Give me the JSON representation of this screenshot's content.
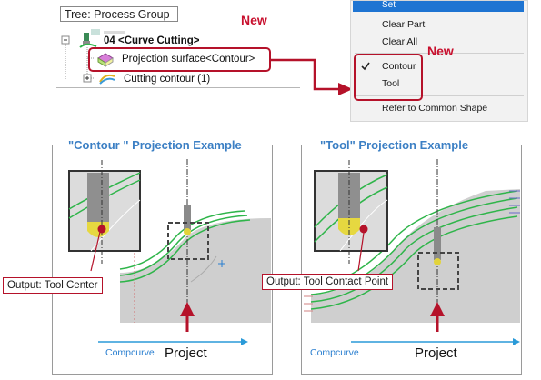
{
  "tree": {
    "title": "Tree: Process Group",
    "rows": {
      "curve_cutting": "04 <Curve Cutting>",
      "projection_surface": "Projection surface<Contour>",
      "cutting_contour": "Cutting contour (1)"
    },
    "new_badge": "New"
  },
  "context_menu": {
    "set": "Set",
    "clear_part": "Clear Part",
    "clear_all": "Clear All",
    "contour": "Contour",
    "tool": "Tool",
    "refer_common_shape": "Refer to Common Shape",
    "new_badge": "New",
    "checked_item": "Contour"
  },
  "examples": {
    "contour": {
      "title": "\"Contour \" Projection Example",
      "output_label": "Output: Tool Center",
      "project_label": "Project",
      "compcurve_label": "Compcurve"
    },
    "tool": {
      "title": "\"Tool\" Projection Example",
      "output_label": "Output: Tool Contact Point",
      "project_label": "Project",
      "compcurve_label": "Compcurve"
    }
  },
  "colors": {
    "accent_red": "#c8102e",
    "panel_title_blue": "#3b7fc4",
    "highlight_blue": "#1e74d2",
    "toolpath_green": "#2fb54a",
    "surface_gray": "#cfcfcf"
  }
}
